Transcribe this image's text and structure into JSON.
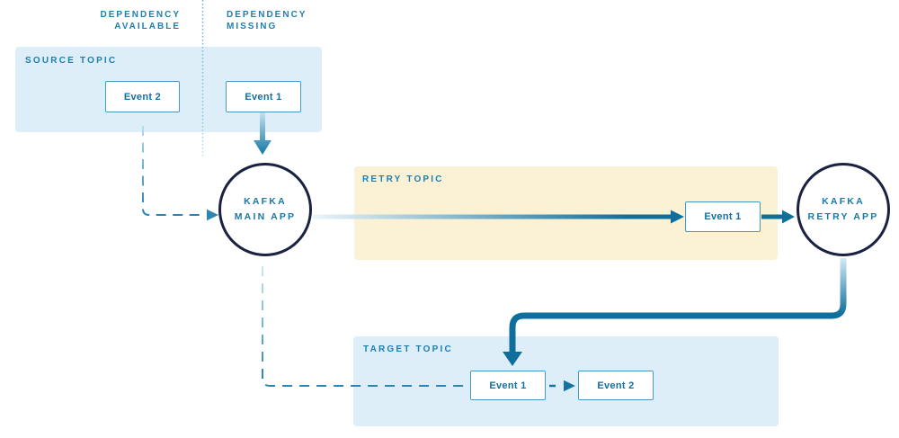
{
  "lanes": {
    "available": {
      "line1": "DEPENDENCY",
      "line2": "AVAILABLE"
    },
    "missing": {
      "line1": "DEPENDENCY",
      "line2": "MISSING"
    }
  },
  "source_topic": {
    "label": "SOURCE TOPIC",
    "events": [
      {
        "label": "Event 2"
      },
      {
        "label": "Event 1"
      }
    ]
  },
  "retry_topic": {
    "label": "RETRY TOPIC",
    "events": [
      {
        "label": "Event 1"
      }
    ]
  },
  "target_topic": {
    "label": "TARGET TOPIC",
    "events": [
      {
        "label": "Event 1"
      },
      {
        "label": "Event 2"
      }
    ]
  },
  "apps": {
    "main": {
      "line1": "KAFKA",
      "line2": "MAIN APP"
    },
    "retry": {
      "line1": "KAFKA",
      "line2": "RETRY APP"
    }
  },
  "colors": {
    "topic_blue": "#ddeef8",
    "topic_cream": "#fbf2d5",
    "label_teal": "#1e7fae",
    "event_text": "#136f9e",
    "event_border": "#4499c2",
    "arrow_dark": "#0e6f9c",
    "arrow_dashed": "#2d86b2",
    "arrow_light": "#cde8f2",
    "node_border": "#1a2141"
  }
}
